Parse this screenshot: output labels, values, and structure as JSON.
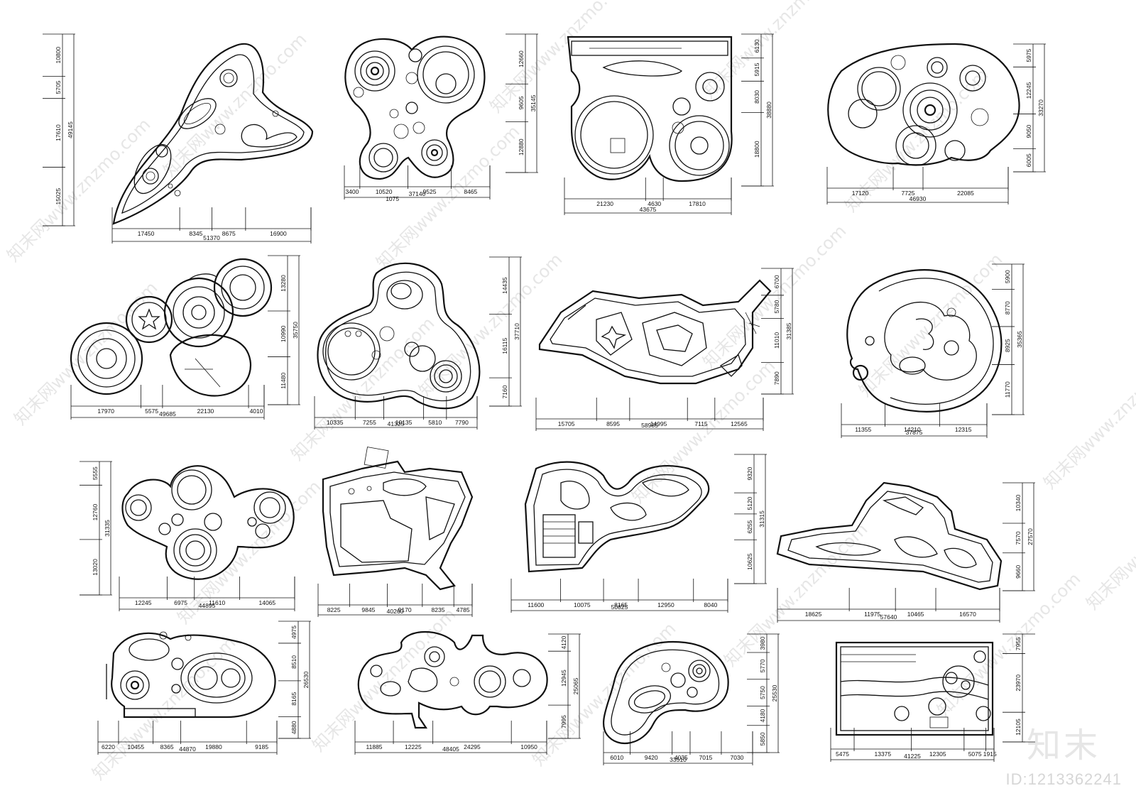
{
  "watermark": {
    "text": "知末网www.znzmo.com",
    "logo": "知末",
    "id_label": "ID:1213362241"
  },
  "plans": [
    {
      "bottom": [
        "17450",
        "8345",
        "8675",
        "16900"
      ],
      "total": "51370",
      "side": [
        "10800",
        "5705",
        "17610",
        "15025"
      ],
      "side_total": "49145"
    },
    {
      "bottom": [
        "3400",
        "10520",
        "9525",
        "8465"
      ],
      "extra": "1075",
      "total": "37140",
      "side": [
        "12660",
        "9605",
        "12880"
      ],
      "side_total": "35145"
    },
    {
      "bottom": [
        "21230",
        "4630",
        "17810"
      ],
      "total": "43675",
      "side": [
        "6130",
        "5915",
        "8030",
        "18800"
      ],
      "side_total": "38880"
    },
    {
      "bottom": [
        "17120",
        "7725",
        "22085"
      ],
      "total": "46930",
      "side": [
        "5975",
        "12245",
        "9050",
        "6005"
      ],
      "side_total": "33270"
    },
    {
      "bottom": [
        "17970",
        "5575",
        "22130",
        "4010"
      ],
      "total": "49685",
      "side": [
        "13280",
        "10990",
        "11480"
      ],
      "side_total": "35750"
    },
    {
      "bottom": [
        "10335",
        "7255",
        "10135",
        "5810",
        "7790"
      ],
      "total": "41325",
      "side": [
        "14435",
        "16115",
        "7160"
      ],
      "side_total": "37710"
    },
    {
      "bottom": [
        "15705",
        "8595",
        "14995",
        "7115",
        "12565"
      ],
      "total": "58985",
      "side": [
        "6700",
        "5780",
        "11010",
        "7890"
      ],
      "side_total": "31385"
    },
    {
      "bottom": [
        "11355",
        "14210",
        "12315"
      ],
      "total": "37875",
      "side": [
        "5900",
        "8770",
        "8925",
        "11770"
      ],
      "side_total": "35365"
    },
    {
      "bottom": [
        "12245",
        "6975",
        "11610",
        "14065"
      ],
      "total": "44895",
      "side": [
        "5555",
        "12760",
        "13020"
      ],
      "side_total": "31335"
    },
    {
      "bottom": [
        "8225",
        "9845",
        "9170",
        "8235",
        "4785"
      ],
      "total": "40260",
      "side": [],
      "side_total": ""
    },
    {
      "bottom": [
        "11600",
        "10075",
        "8165",
        "12950",
        "8040"
      ],
      "total": "50825",
      "side": [
        "9320",
        "5120",
        "6255",
        "10625"
      ],
      "side_total": "31315"
    },
    {
      "bottom": [
        "18625",
        "11975",
        "10465",
        "16570"
      ],
      "total": "57640",
      "side": [
        "10340",
        "7570",
        "9660"
      ],
      "side_total": "27570"
    },
    {
      "bottom": [
        "6220",
        "10455",
        "8365",
        "19880",
        "9185"
      ],
      "total": "44870",
      "side": [
        "4975",
        "8510",
        "8165",
        "4880"
      ],
      "side_total": "26530"
    },
    {
      "bottom": [
        "11885",
        "12225",
        "24295",
        "10950"
      ],
      "total": "48405",
      "side": [
        "4120",
        "12945",
        "7995"
      ],
      "side_total": "25065"
    },
    {
      "bottom": [
        "6010",
        "9420",
        "4035",
        "7015",
        "7030"
      ],
      "total": "33510",
      "side": [
        "3980",
        "5770",
        "5750",
        "4180",
        "5850"
      ],
      "side_total": "25530"
    },
    {
      "bottom": [
        "5475",
        "13375",
        "12305",
        "5075",
        "1915"
      ],
      "total": "41225",
      "side": [
        "7955",
        "23970",
        "12105"
      ],
      "side_total": ""
    }
  ]
}
